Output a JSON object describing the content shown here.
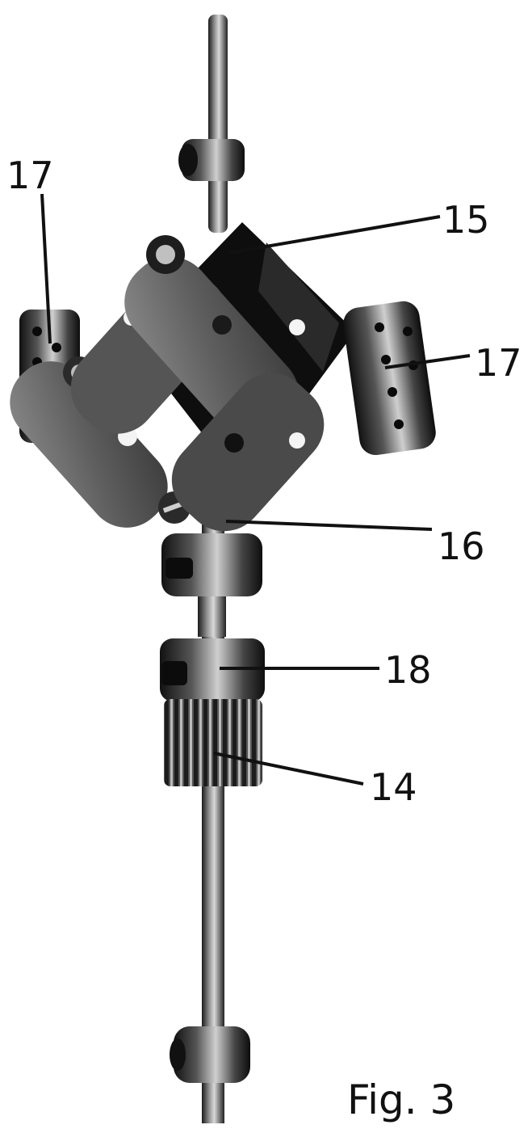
{
  "figure": {
    "caption": "Fig. 3",
    "ink_color": "#111111",
    "labels": {
      "part_17_left": "17",
      "part_15": "15",
      "part_17_right": "17",
      "part_16": "16",
      "part_18": "18",
      "part_14": "14"
    }
  }
}
